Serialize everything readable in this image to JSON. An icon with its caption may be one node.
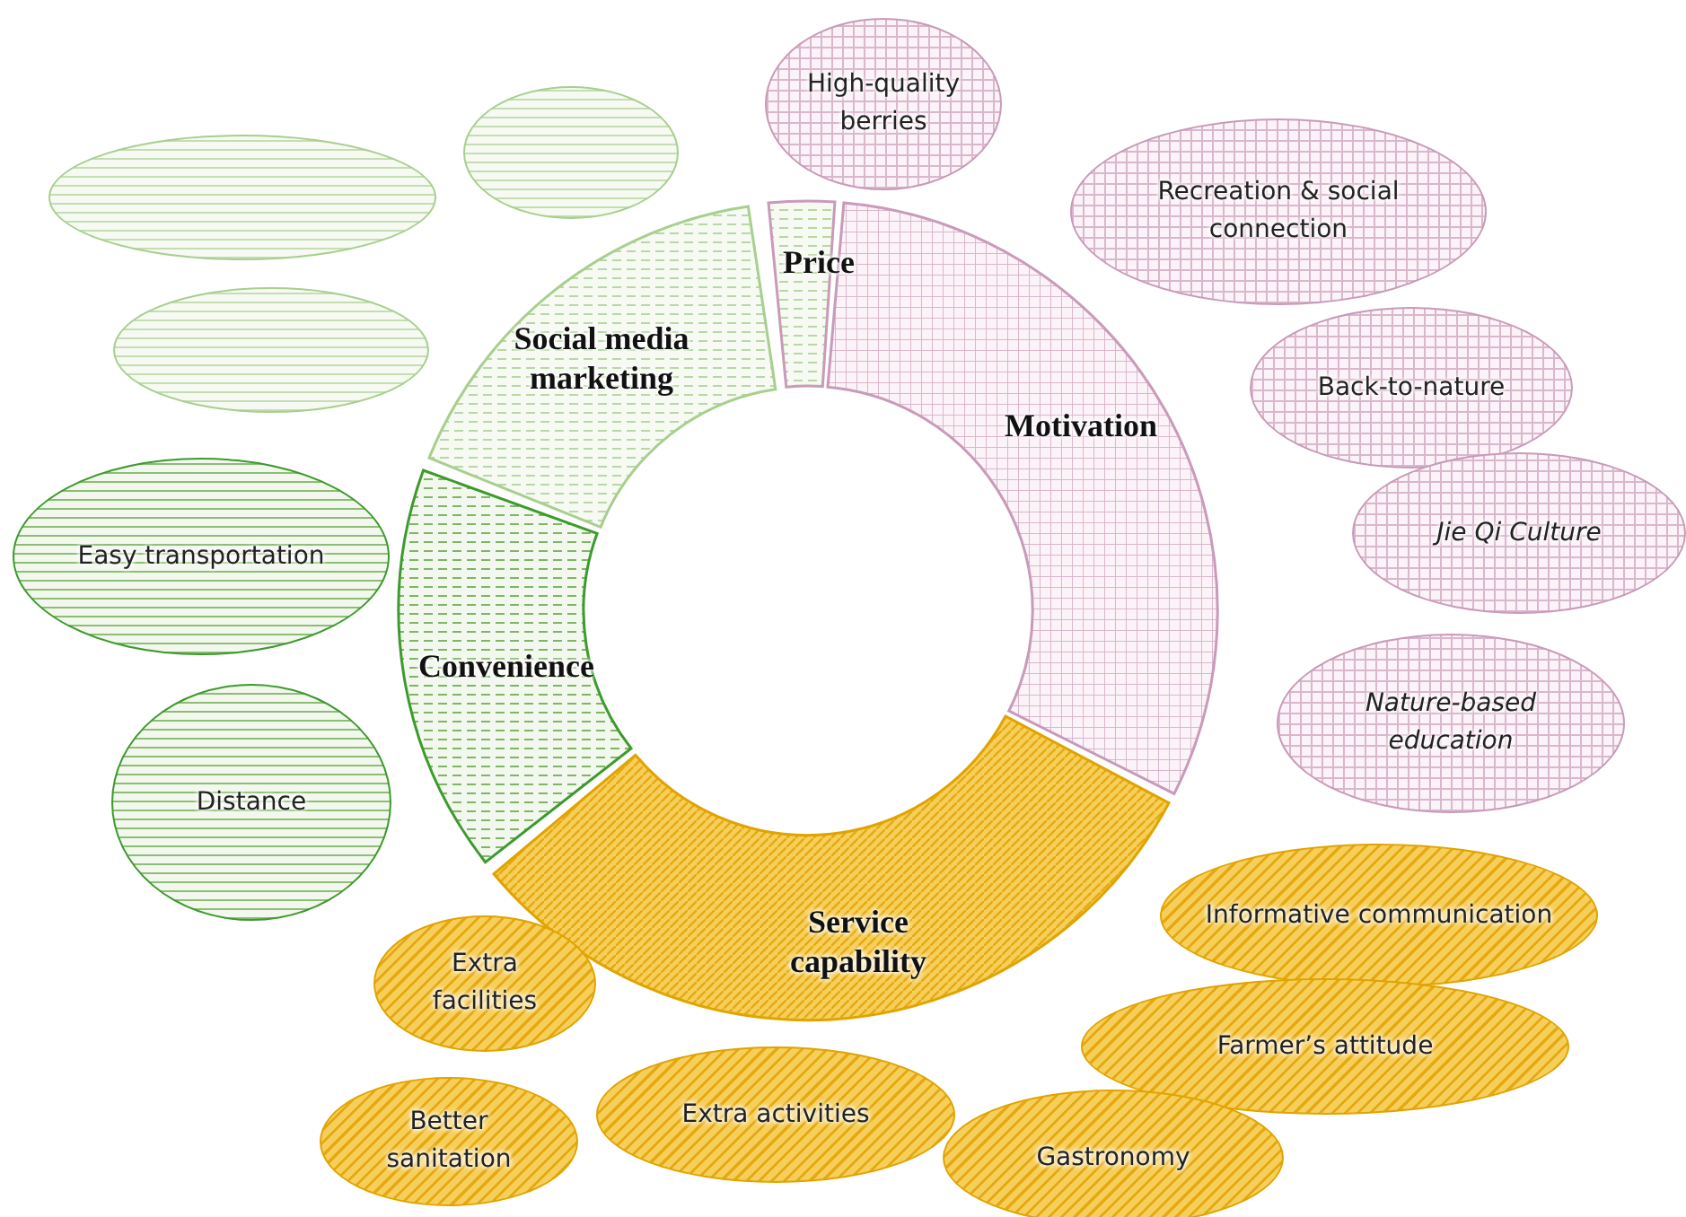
{
  "diagram": {
    "nodes": [
      {
        "text": [
          "Social media marketing"
        ]
      },
      {
        "text": [
          "Price"
        ]
      },
      {
        "text": [
          "Motivation"
        ]
      },
      {
        "text": [
          "Convenience"
        ]
      },
      {
        "text": [
          "Service capability"
        ]
      },
      {
        "text": [],
        "shape": "ellipse"
      },
      {
        "text": [],
        "shape": "ellipse"
      },
      {
        "text": [],
        "shape": "ellipse"
      },
      {
        "text": [
          "High-quality berries"
        ]
      },
      {
        "text": [
          "Recreation & social connection"
        ]
      },
      {
        "text": [
          "Back-to-nature"
        ]
      },
      {
        "text": [
          "Jie Qi Culture"
        ]
      },
      {
        "text": [
          "Nature-based education"
        ]
      },
      {
        "text": [
          "Easy transportation"
        ]
      },
      {
        "text": [
          "Distance"
        ]
      },
      {
        "text": [
          "Informative communication"
        ]
      },
      {
        "text": [
          "Extra facilities"
        ]
      },
      {
        "text": [
          "Farmer’s attitude"
        ]
      },
      {
        "text": [
          "Better sanitation"
        ]
      },
      {
        "text": [
          "Extra activities"
        ]
      },
      {
        "text": [
          "Gastronomy"
        ]
      }
    ]
  }
}
